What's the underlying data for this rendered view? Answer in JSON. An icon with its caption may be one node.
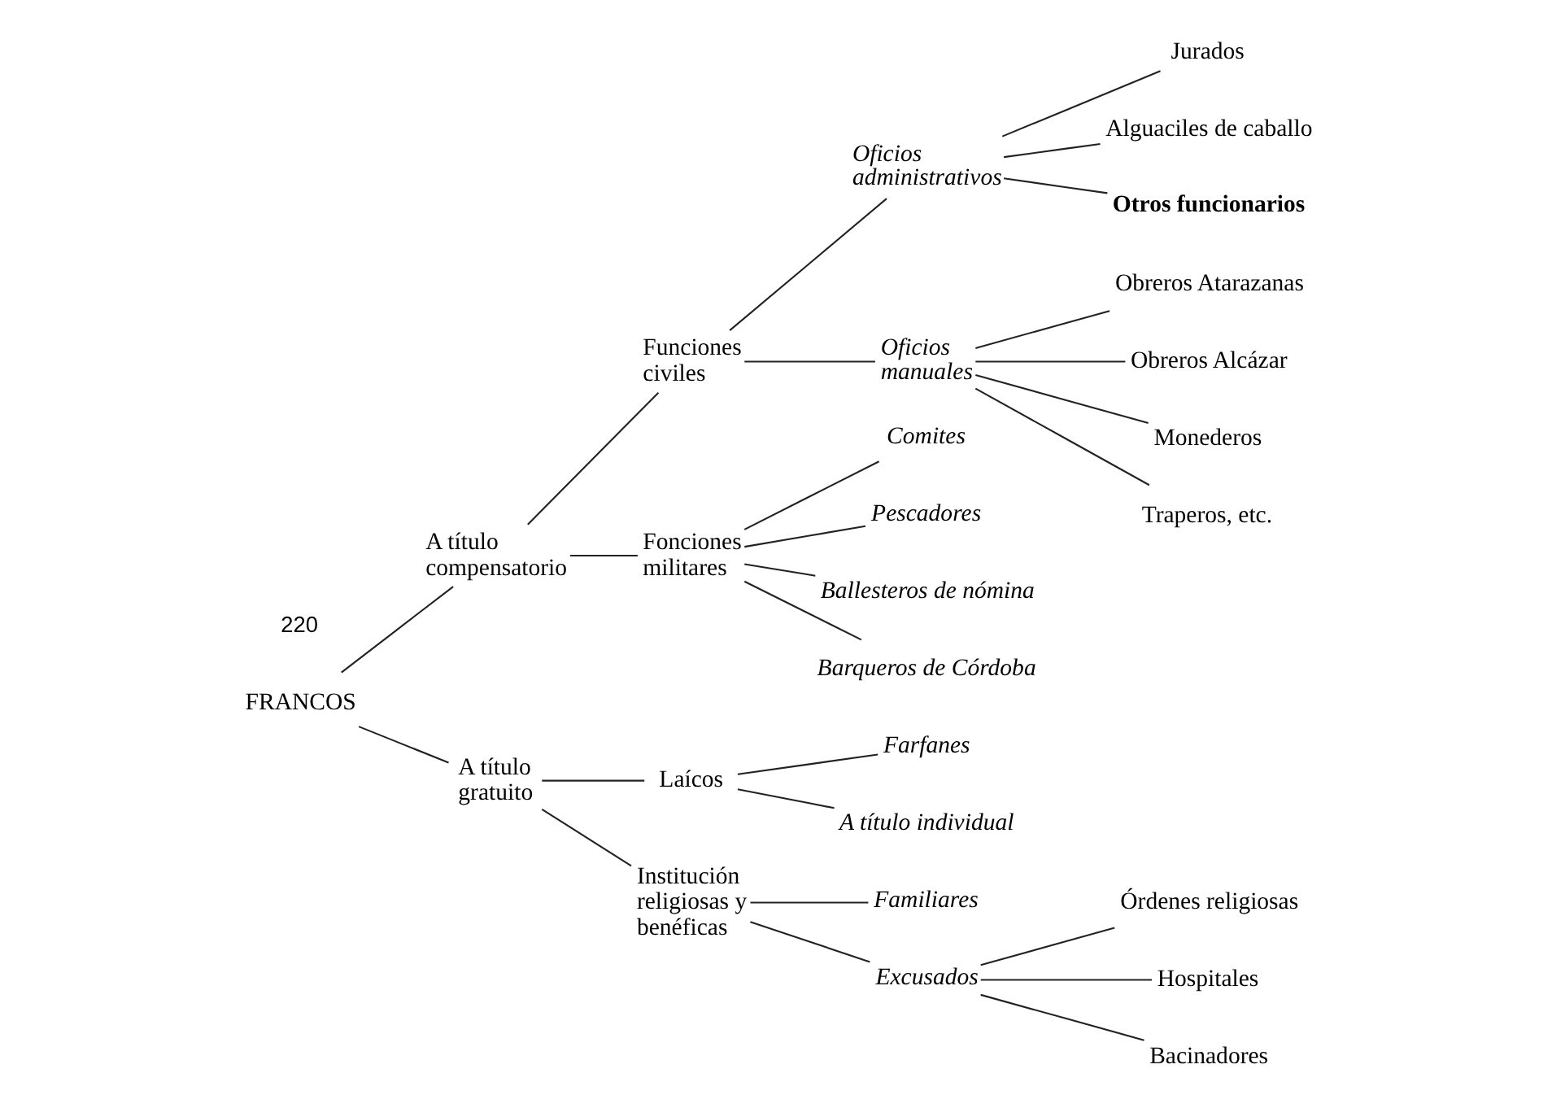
{
  "diagram": {
    "nodes": [
      {
        "text": [
          "FRANCOS"
        ]
      },
      {
        "text": [
          "A título compensatorio"
        ]
      },
      {
        "text": [
          "A título gratuito"
        ]
      },
      {
        "text": [
          "Funciones civiles"
        ]
      },
      {
        "text": [
          "Fonciones militares"
        ]
      },
      {
        "text": [
          "Oficios administrativos"
        ]
      },
      {
        "text": [
          "Oficios manuales"
        ]
      },
      {
        "text": [
          "Jurados"
        ]
      },
      {
        "text": [
          "Alguaciles de caballo"
        ]
      },
      {
        "text": [
          "Otros funcionarios"
        ]
      },
      {
        "text": [
          "Obreros Atarazanas"
        ]
      },
      {
        "text": [
          "Obreros Alcázar"
        ]
      },
      {
        "text": [
          "Monederos"
        ]
      },
      {
        "text": [
          "Traperos, etc."
        ]
      },
      {
        "text": [
          "Comites"
        ]
      },
      {
        "text": [
          "Pescadores"
        ]
      },
      {
        "text": [
          "Ballesteros de nómina"
        ]
      },
      {
        "text": [
          "Barqueros de Córdoba"
        ]
      },
      {
        "text": [
          "Laícos"
        ]
      },
      {
        "text": [
          "Institución religiosas y benéficas"
        ]
      },
      {
        "text": [
          "Farfanes"
        ]
      },
      {
        "text": [
          "A título individual"
        ]
      },
      {
        "text": [
          "Familiares"
        ]
      },
      {
        "text": [
          "Excusados"
        ]
      },
      {
        "text": [
          "Órdenes religiosas"
        ]
      },
      {
        "text": [
          "Hospitales"
        ]
      },
      {
        "text": [
          "Bacinadores"
        ]
      }
    ],
    "edges": [
      {
        "from": 0,
        "to": 1,
        "arrow": "none"
      },
      {
        "from": 0,
        "to": 2,
        "arrow": "none"
      },
      {
        "from": 1,
        "to": 3,
        "arrow": "none"
      },
      {
        "from": 1,
        "to": 4,
        "arrow": "none"
      },
      {
        "from": 3,
        "to": 5,
        "arrow": "none"
      },
      {
        "from": 3,
        "to": 6,
        "arrow": "none"
      },
      {
        "from": 5,
        "to": 7,
        "arrow": "none"
      },
      {
        "from": 5,
        "to": 8,
        "arrow": "none"
      },
      {
        "from": 5,
        "to": 9,
        "arrow": "none"
      },
      {
        "from": 6,
        "to": 10,
        "arrow": "none"
      },
      {
        "from": 6,
        "to": 11,
        "arrow": "none"
      },
      {
        "from": 6,
        "to": 12,
        "arrow": "none"
      },
      {
        "from": 6,
        "to": 13,
        "arrow": "none"
      },
      {
        "from": 4,
        "to": 14,
        "arrow": "none"
      },
      {
        "from": 4,
        "to": 15,
        "arrow": "none"
      },
      {
        "from": 4,
        "to": 16,
        "arrow": "none"
      },
      {
        "from": 4,
        "to": 17,
        "arrow": "none"
      },
      {
        "from": 2,
        "to": 18,
        "arrow": "none"
      },
      {
        "from": 2,
        "to": 19,
        "arrow": "none"
      },
      {
        "from": 18,
        "to": 20,
        "arrow": "none"
      },
      {
        "from": 18,
        "to": 21,
        "arrow": "none"
      },
      {
        "from": 19,
        "to": 22,
        "arrow": "none"
      },
      {
        "from": 19,
        "to": 23,
        "arrow": "none"
      },
      {
        "from": 23,
        "to": 24,
        "arrow": "none"
      },
      {
        "from": 23,
        "to": 25,
        "arrow": "none"
      },
      {
        "from": 23,
        "to": 26,
        "arrow": "none"
      }
    ],
    "labels": [
      "220"
    ]
  }
}
